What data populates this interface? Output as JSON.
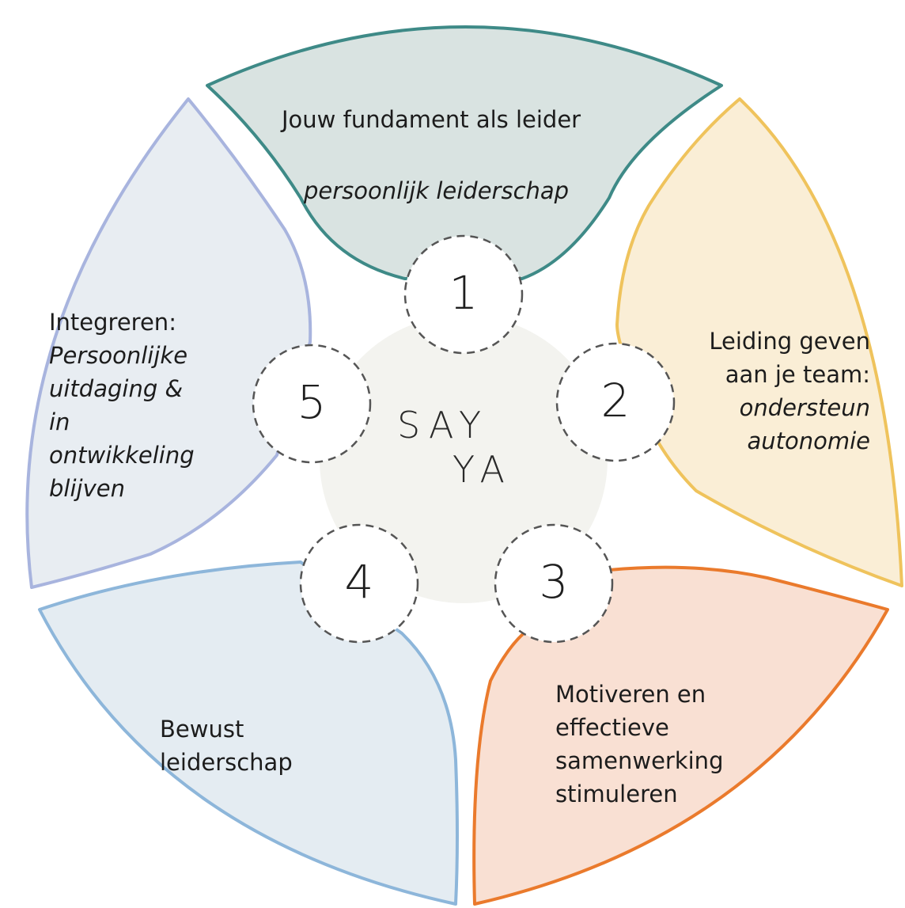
{
  "logo": {
    "line1": "SAY",
    "line2": "YA"
  },
  "segments": [
    {
      "number": "1",
      "title": "Jouw fundament als leider",
      "subtitle": "persoonlijk leiderschap",
      "fill": "#d9e3e1",
      "stroke": "#3e8a87"
    },
    {
      "number": "2",
      "title_line1": "Leiding geven",
      "title_line2": "aan je team:",
      "subtitle_line1": "ondersteun",
      "subtitle_line2": "autonomie",
      "fill": "#faeed6",
      "stroke": "#efc35c"
    },
    {
      "number": "3",
      "lines": [
        "Motiveren en",
        "effectieve",
        "samenwerking",
        "stimuleren"
      ],
      "fill": "#f9e0d3",
      "stroke": "#ea7a2c"
    },
    {
      "number": "4",
      "lines": [
        "Bewust",
        "leiderschap"
      ],
      "fill": "#e4ecf2",
      "stroke": "#8db6da"
    },
    {
      "number": "5",
      "title": "Integreren:",
      "subtitle_lines": [
        "Persoonlijke",
        "uitdaging &",
        "in",
        "ontwikkeling",
        "blijven"
      ],
      "fill": "#e8edf2",
      "stroke": "#a8b4de"
    }
  ],
  "colors": {
    "hub": "#f3f3ef",
    "dash": "#555555"
  }
}
